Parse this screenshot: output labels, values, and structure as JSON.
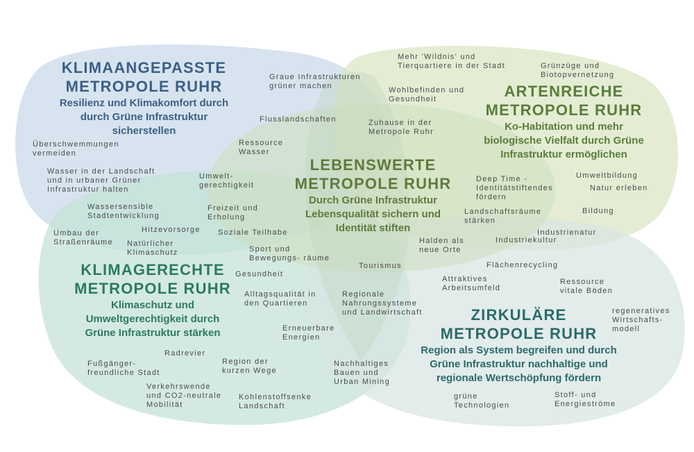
{
  "regions": {
    "klimaangepasste": {
      "title_1": "KLIMAANGEPASSTE",
      "title_2": "METROPOLE RUHR",
      "sub_1": "Resilienz und Klimakomfort durch",
      "sub_2": "durch Grüne Infrastruktur",
      "sub_3": "sicherstellen",
      "color": "#3c5f86",
      "fill": "#c9dbe9"
    },
    "artenreiche": {
      "title_1": "ARTENREICHE",
      "title_2": "METROPOLE RUHR",
      "sub_1": "Ko-Habitation und mehr",
      "sub_2": "biologische Vielfalt durch Grüne",
      "sub_3": "Infrastruktur ermöglichen",
      "color": "#5a7d3a",
      "fill": "#dbe7c5"
    },
    "lebenswerte": {
      "title_1": "LEBENSWERTE",
      "title_2": "METROPOLE RUHR",
      "sub_1": "Durch Grüne Infrastruktur",
      "sub_2": "Lebensqualität sichern und",
      "sub_3": "Identität stiften",
      "color": "#5f7a3b",
      "fill": "#cfe0c0"
    },
    "klimagerechte": {
      "title_1": "KLIMAGERECHTE",
      "title_2": "METROPOLE RUHR",
      "sub_1": "Klimaschutz und",
      "sub_2": "Umweltgerechtigkeit durch",
      "sub_3": "Grüne Infrastruktur stärken",
      "color": "#2c7a64",
      "fill": "#c4e2d6"
    },
    "zirkulaere": {
      "title_1": "ZIRKULÄRE",
      "title_2": "METROPOLE RUHR",
      "sub_1": "Region als System begreifen und durch",
      "sub_2": "Grüne Infrastruktur nachhaltige und",
      "sub_3": "regionale Wertschöpfung fördern",
      "color": "#2b6a6a",
      "fill": "#d7e4e3"
    }
  },
  "keywords": {
    "graue": [
      "Graue Infrastrukturen",
      "grüner machen"
    ],
    "wildnis": [
      "Mehr 'Wildnis' und",
      "Tierquartiere in der Stadt"
    ],
    "gruenzuege": [
      "Grünzüge und",
      "Biotopvernetzung"
    ],
    "wohlbefinden": [
      "Wohlbefinden und",
      "Gesundheit"
    ],
    "flusslandschaften": [
      "Flusslandschaften"
    ],
    "zuhause": [
      "Zuhause in der",
      "Metropole Ruhr"
    ],
    "ressource_wasser": [
      "Ressource",
      "Wasser"
    ],
    "ueberschwemmungen": [
      "Überschwemmungen",
      "vermeiden"
    ],
    "wasser_landschaft": [
      "Wasser in der Landschaft",
      "und in urbaner Grüner",
      "Infrastruktur halten"
    ],
    "umweltgerechtigkeit": [
      "Umwelt-",
      "gerechtigkeit"
    ],
    "deep_time": [
      "Deep Time -",
      "Identitätstiftendes",
      "fördern"
    ],
    "umweltbildung": [
      "Umweltbildung"
    ],
    "natur_erleben": [
      "Natur erleben"
    ],
    "wassersensible": [
      "Wassersensible",
      "Stadtentwicklung"
    ],
    "freizeit": [
      "Freizeit und",
      "Erholung"
    ],
    "landschaftsraeume": [
      "Landschaftsräume",
      "stärken"
    ],
    "bildung": [
      "Bildung"
    ],
    "hitzevorsorge": [
      "Hitzevorsorge"
    ],
    "umbau": [
      "Umbau der",
      "Straßenräume"
    ],
    "soziale_teilhabe": [
      "Soziale Teilhabe"
    ],
    "industrienatur": [
      "Industrienatur"
    ],
    "natuerlicher": [
      "Natürlicher",
      "Klimaschutz"
    ],
    "halden": [
      "Halden als",
      "neue Orte"
    ],
    "industriekultur": [
      "Industriekultur"
    ],
    "sport": [
      "Sport und",
      "Bewegungs- räume"
    ],
    "tourismus": [
      "Tourismus"
    ],
    "flaechenrecycling": [
      "Flächenrecycling"
    ],
    "gesundheit": [
      "Gesundheit"
    ],
    "attraktives": [
      "Attraktives",
      "Arbeitsumfeld"
    ],
    "ressource_boeden": [
      "Ressource",
      "vitale Böden"
    ],
    "alltagsqualitaet": [
      "Alltagsqualität in",
      "den Quartieren"
    ],
    "regionale_nahrung": [
      "Regionale",
      "Nahrungssysteme",
      "und Landwirtschaft"
    ],
    "regeneratives": [
      "regeneratives",
      "Wirtschafts-",
      "modell"
    ],
    "erneuerbare": [
      "Erneuerbare",
      "Energien"
    ],
    "radrevier": [
      "Radrevier"
    ],
    "fussgaenger": [
      "Fußgänger-",
      "freundliche Stadt"
    ],
    "region_kurzen": [
      "Region der",
      "kurzen Wege"
    ],
    "nachhaltiges": [
      "Nachhaltiges",
      "Bauen und",
      "Urban Mining"
    ],
    "verkehrswende": [
      "Verkehrswende",
      "und CO2-neutrale",
      "Mobilität"
    ],
    "kohlenstoffsenke": [
      "Kohlenstoffsenke",
      "Landschaft"
    ],
    "gruene_technologien": [
      "grüne",
      "Technologien"
    ],
    "stoffstroeme": [
      "Stoff- und",
      "Energieströme"
    ]
  }
}
